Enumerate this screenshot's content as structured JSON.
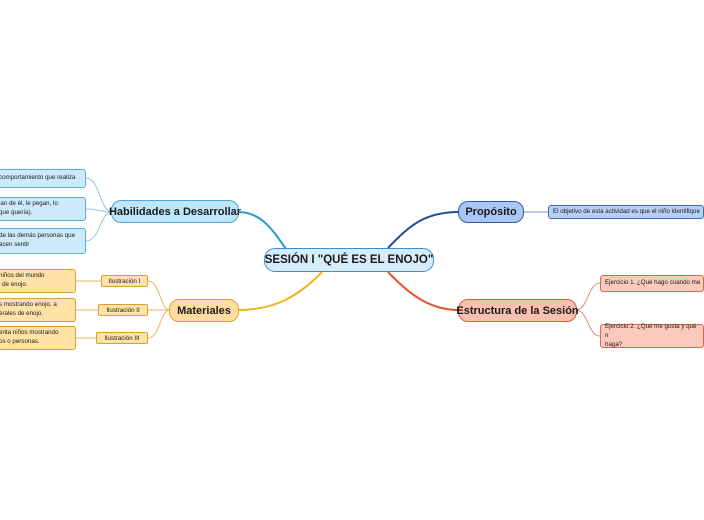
{
  "central": {
    "label": "SESIÓN I \"QUÉ ES EL ENOJO\""
  },
  "branches": {
    "proposito": {
      "label": "Propósito",
      "leaf": "El objetivo de esta actividad es que el niño identifique"
    },
    "habilidades": {
      "label": "Habilidades a Desarrollar",
      "leaves": [
        "comportamiento que realiza",
        "jan de él, le pegan, lo\nque quería).",
        "de las demás personas que\nacen sentir"
      ]
    },
    "materiales": {
      "label": "Materiales",
      "items": [
        {
          "tag": "Ilustración I",
          "leaf": "niños del mundo\nl de enojo."
        },
        {
          "tag": "Ilustración II",
          "leaf": "s mostrando enojo, a\nerales de enojo."
        },
        {
          "tag": "Ilustración III",
          "leaf": "enta niños mostrando\nos o personas."
        }
      ]
    },
    "estructura": {
      "label": "Estructura de la Sesión",
      "leaves": [
        "Ejercicio 1. ¿Qué hago cuando me",
        "Ejercicio 2. ¿Qué me gusta y qué n\nhaga?"
      ]
    }
  },
  "colors": {
    "blue_line": "#2a9bd7",
    "navy_line": "#1c4f9c",
    "orange_line": "#f0b323",
    "salmon_line": "#e3552b",
    "leaf_line_blue": "#8fc9e8",
    "leaf_line_navy": "#6f95cf",
    "leaf_line_orange": "#e7b65c",
    "leaf_line_salmon": "#e58e76"
  }
}
